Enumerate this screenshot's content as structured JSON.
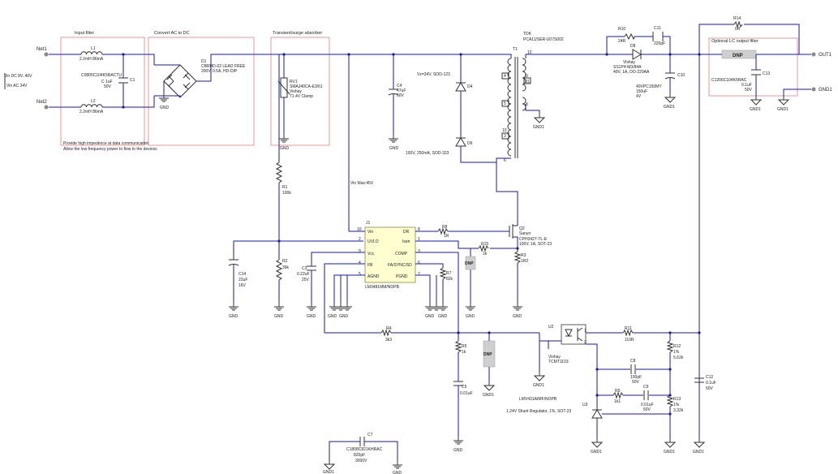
{
  "blocks": {
    "input_filter": "Input filter",
    "convert": "Convert AC to DC",
    "transient": "Transient/surge absorber",
    "lc_filter": "Optional LC output filter"
  },
  "notes": {
    "line1": "Provide high impedence at data communication",
    "line2": "Allow the low frequency power to flow to the devices",
    "vin_max": "Vin Max:45V"
  },
  "nets": {
    "net1": "Net1",
    "net2": "Net2",
    "vin_dc": "Vin DC 8V..40V",
    "vin_ac": "Vin AC 24V",
    "out1": "OUT1",
    "gnd1": "GND1",
    "gnd": "GND"
  },
  "parts": {
    "L1": {
      "ref": "L1",
      "val": "2.2mH 86mA"
    },
    "L2": {
      "ref": "L2",
      "val": "2.2mH 86mA"
    },
    "C1": {
      "ref": "C1",
      "val": "C0805C104K5RACTU",
      "v1": "C 1uF",
      "v2": "50V"
    },
    "D1": {
      "ref": "D1",
      "val1": "CBRHD-02 LEAD FREE",
      "val2": "200V, 0.5A, HD-DIP"
    },
    "RV1": {
      "ref": "RV1",
      "val1": "SMAJ40CA-E3/61",
      "val2": "Vishay",
      "val3": "71.4V Clamp"
    },
    "C4": {
      "ref": "C4",
      "val": "47uF",
      "v": "50V"
    },
    "D4": {
      "ref": "D4",
      "val": "Vz=34V, SOD-123"
    },
    "D6": {
      "ref": "D6",
      "val": "100V, 250mA, SOD-323"
    },
    "T1": {
      "ref": "T1",
      "val1": "TDK",
      "val2": "PCA11/SER-U07S002"
    },
    "R10": {
      "ref": "R10",
      "val": "24R"
    },
    "C11": {
      "ref": "C11",
      "val": "220pF"
    },
    "D8": {
      "ref": "D8",
      "val1": "Vishay",
      "val2": "SS1P4-M3/84A",
      "val3": "40V, 1A, DO-220AA"
    },
    "C10": {
      "ref": "C10",
      "val1": "40VPC150MY",
      "val2": "150uF",
      "val3": "4V"
    },
    "R14": {
      "ref": "R14",
      "val": "0R"
    },
    "C13": {
      "ref": "C13",
      "val1": "C1206C104K5RAC",
      "val2": "0.1uF",
      "val3": "50V"
    },
    "R1": {
      "ref": "R1",
      "val": "100k"
    },
    "R2": {
      "ref": "R2",
      "val": "39k"
    },
    "C14": {
      "ref": "C14",
      "val": "22uF",
      "v": "16V"
    },
    "C3": {
      "ref": "C3",
      "val": "0.22uF",
      "v": "25V"
    },
    "U1": {
      "ref": "J1",
      "part": "LM3481MM/NOPB"
    },
    "R8": {
      "ref": "R8",
      "val": "1R"
    },
    "Q2": {
      "ref": "Q2",
      "val1": "Sanyo",
      "val2": "CPH3427-TL-E",
      "val3": "100V, 1A, SOT-23"
    },
    "R15": {
      "ref": "R15",
      "val": "1k"
    },
    "R3": {
      "ref": "R3",
      "val": "1R2"
    },
    "R7": {
      "ref": "R7",
      "val": "82k"
    },
    "R4": {
      "ref": "R4",
      "val": "3k3"
    },
    "R5": {
      "ref": "R5",
      "val": "1k"
    },
    "C5": {
      "ref": "C5",
      "val": "0.01uF"
    },
    "U2": {
      "ref": "U2",
      "val1": "Vishay",
      "val2": "TCMT1103"
    },
    "R11": {
      "ref": "R11",
      "val": "110R"
    },
    "R12": {
      "ref": "R12",
      "val1": "1%",
      "val2": "5.62k"
    },
    "C8": {
      "ref": "C8",
      "val": "100pF",
      "v": "50V"
    },
    "R9": {
      "ref": "R9",
      "val": "1k1"
    },
    "C9": {
      "ref": "C9",
      "val": "0.01uF",
      "v": "50V"
    },
    "R13": {
      "ref": "R13",
      "val1": "1%",
      "val2": "3.32k"
    },
    "C12": {
      "ref": "C12",
      "val": "0.1uF",
      "v": "50V"
    },
    "U3": {
      "ref": "U3",
      "val1": "LMV431AIMF/NOPB",
      "val2": "1.24V Shunt Regulator, 1%, SOT-23"
    },
    "C7": {
      "ref": "C7",
      "val1": "C1808C821KHRAC",
      "val2": "820pF",
      "val3": "3000V"
    }
  },
  "dnp": "DNP",
  "ic_pins": {
    "left": [
      "Vin",
      "UVLO",
      "Vcc",
      "FB",
      "AGND"
    ],
    "left_nums": [
      "10",
      "2",
      "9",
      "4",
      "5"
    ],
    "right": [
      "DR",
      "Isen",
      "COMP",
      "FA/SYNC/SD",
      "PGND"
    ],
    "right_nums": [
      "8",
      "1",
      "3",
      "6",
      "7"
    ]
  },
  "xfmr_pins": [
    "12",
    "4",
    "9",
    "11",
    "5",
    "8",
    "10",
    "3",
    "6"
  ],
  "u2_pins": [
    "1",
    "2"
  ],
  "colors": {
    "wire": "#1a1aa8",
    "box": "#e08080",
    "dnp": "#9a9a9a"
  }
}
